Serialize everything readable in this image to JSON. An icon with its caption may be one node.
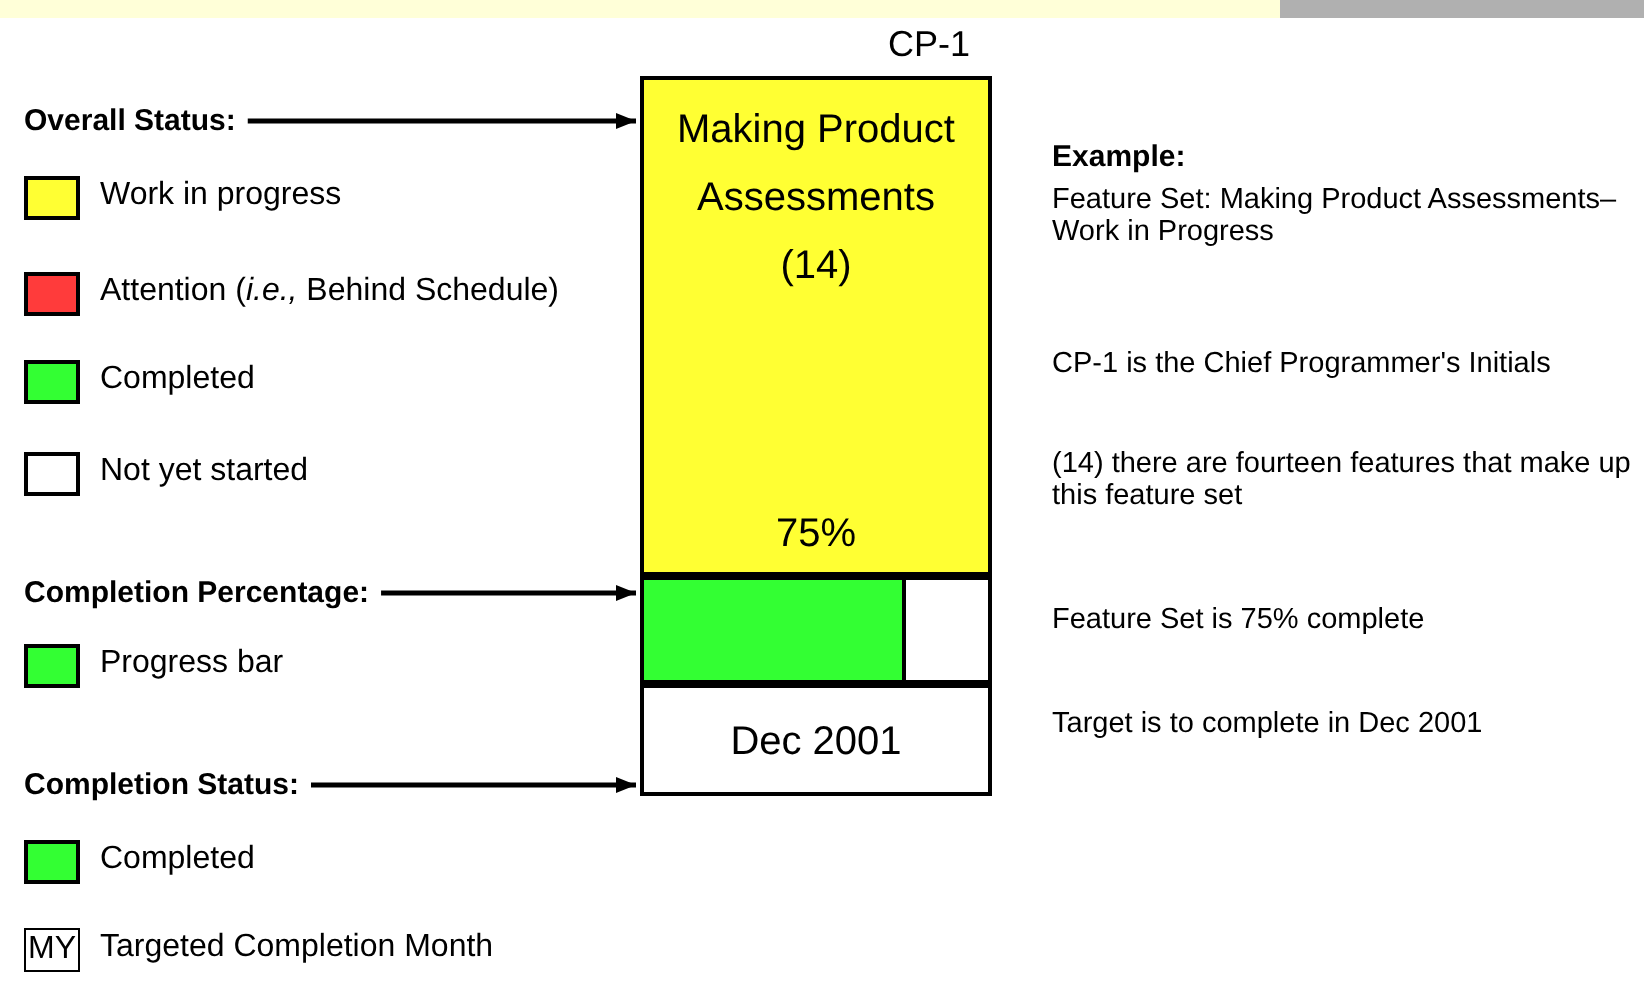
{
  "diagram": {
    "nodes": [
      {
        "text": [
          "Overall Status:"
        ]
      },
      {
        "text": [
          "Making Product Assessments (14)",
          "75%"
        ],
        "beside": [
          "CP-1"
        ]
      },
      {
        "text": [
          "Completion Percentage:"
        ]
      },
      {
        "text": [],
        "shape": "bar"
      },
      {
        "text": [
          "Completion Status:"
        ]
      },
      {
        "text": [
          "Dec 2001"
        ]
      }
    ],
    "edges": [
      {
        "from": 0,
        "to": 1,
        "arrow": "to"
      },
      {
        "from": 2,
        "to": 3,
        "arrow": "to"
      },
      {
        "from": 4,
        "to": 5,
        "arrow": "to"
      }
    ],
    "labels": [
      "Example:",
      "Feature Set: Making Product Assessments– Work in Progress",
      "CP-1 is the Chief Programmer's Initials",
      "(14) there are fourteen features that make up this feature set",
      "Feature Set is 75% complete",
      "Target is to complete in Dec 2001",
      "MY"
    ],
    "legend": [
      {
        "text": "Work in progress",
        "color": "#ffff33"
      },
      {
        "text": "Attention (*i.e.,* Behind Schedule)",
        "color": "#ff3b3b"
      },
      {
        "text": "Completed",
        "color": "#33ff33"
      },
      {
        "text": "Not yet started",
        "color": "#ffffff"
      },
      {
        "text": "Progress bar",
        "color": "#33ff33"
      },
      {
        "text": "Completed",
        "color": "#33ff33"
      },
      {
        "text": "Targeted Completion Month"
      }
    ]
  }
}
